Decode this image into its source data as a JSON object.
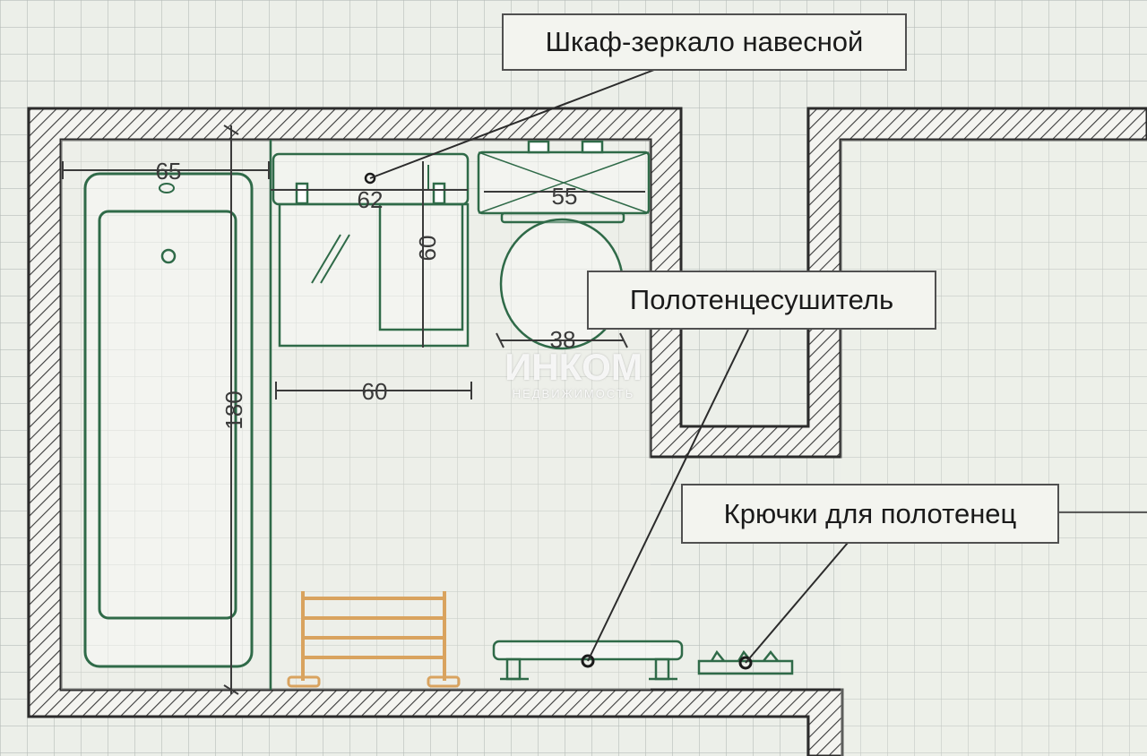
{
  "labels": {
    "mirror_cabinet": "Шкаф-зеркало навесной",
    "towel_dryer": "Полотенцесушитель",
    "towel_hooks": "Крючки для полотенец"
  },
  "dimensions": {
    "bath_width": "65",
    "bath_length": "180",
    "sink_cabinet_width": "62",
    "sink_cabinet_depth": "60",
    "sink_zone_width": "60",
    "toilet_tank_width": "55",
    "toilet_bowl_width": "38"
  },
  "watermark": {
    "brand": "ИНКОМ",
    "tagline": "НЕДВИЖИМОСТЬ"
  },
  "colors": {
    "background": "#ecefe9",
    "grid": "#b7bdb9",
    "wall": "#2b2b2b",
    "fixture": "#2f6a48",
    "towel_dryer": "#d9a35f",
    "dimension": "#3a3a3a"
  }
}
